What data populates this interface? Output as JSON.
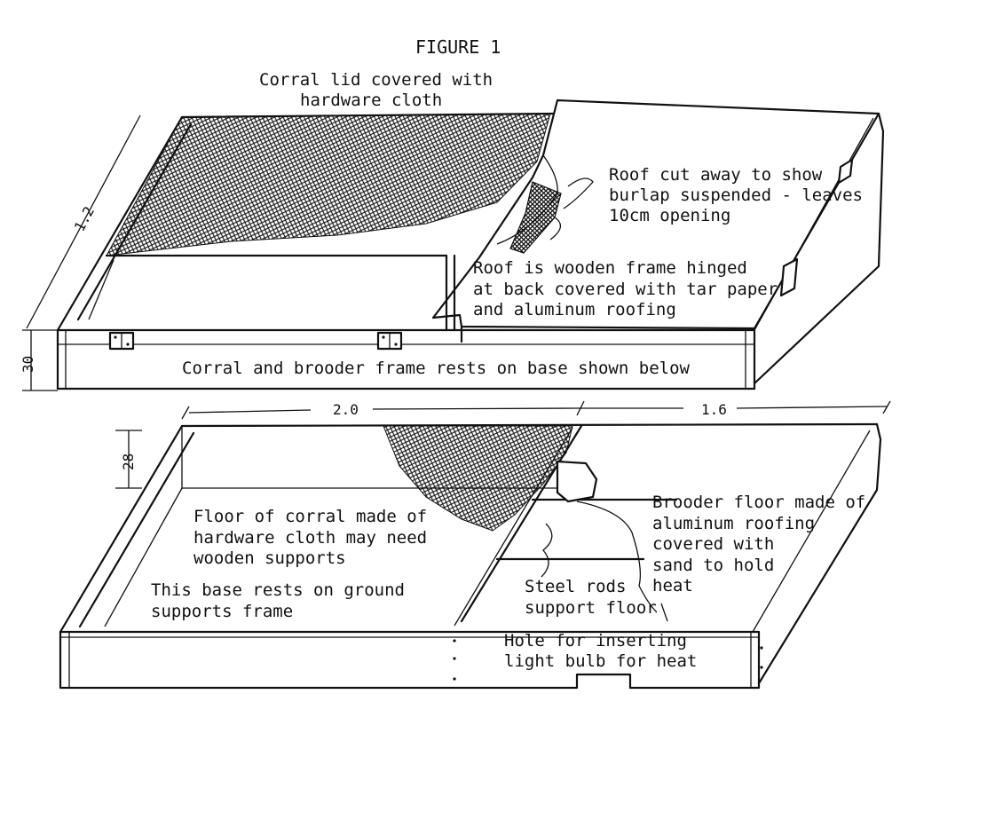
{
  "figure_title": "FIGURE 1",
  "top_unit": {
    "lid_label": [
      "Corral lid covered with",
      "hardware cloth"
    ],
    "roof_cut_label": [
      "Roof cut away to show",
      "burlap suspended - leaves",
      "10cm opening"
    ],
    "roof_label": [
      "Roof is wooden frame hinged",
      "at back covered with tar paper",
      "and aluminum roofing"
    ],
    "frame_label": "Corral and brooder frame rests on base shown below",
    "dim_depth": "1.2",
    "dim_height": "30"
  },
  "base_unit": {
    "dim_length_corral": "2.0",
    "dim_length_brooder": "1.6",
    "dim_height": "28",
    "corral_floor_label": [
      "Floor of corral made of",
      "hardware cloth may need",
      "wooden supports"
    ],
    "base_label": [
      "This base rests on ground",
      "supports frame"
    ],
    "brooder_floor_label": [
      "Brooder floor made of",
      "aluminum roofing",
      "covered with",
      "sand to hold",
      "heat"
    ],
    "rods_label": [
      "Steel rods",
      "support floor"
    ],
    "hole_label": [
      "Hole for inserting",
      "light bulb for heat"
    ]
  },
  "colors": {
    "ink": "#111111",
    "paper": "#ffffff"
  }
}
